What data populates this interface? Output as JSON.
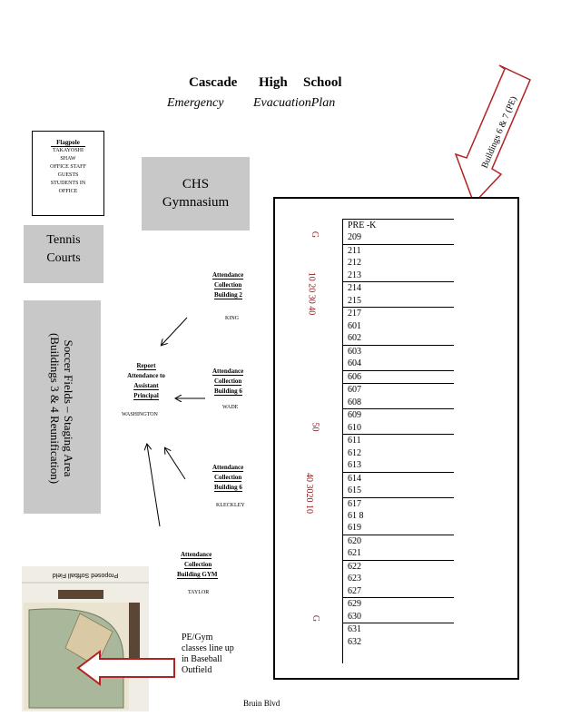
{
  "title": {
    "w1": "Cascade",
    "w2": "High",
    "w3": "School"
  },
  "subtitle": {
    "w1": "Emergency",
    "w2": "EvacuationPlan"
  },
  "flagpole": {
    "heading": "Flagpole",
    "l1": "TAKAYOSHI",
    "l2": "SHAW",
    "l3": "OFFICE STAFF",
    "l4": "GUESTS",
    "l5": "STUDENTS IN",
    "l6": "OFFICE"
  },
  "gym": {
    "l1": "CHS",
    "l2": "Gymnasium"
  },
  "tennis": {
    "l1": "Tennis",
    "l2": "Courts"
  },
  "soccer": {
    "l1": "Soccer Fields – Staging Area",
    "l2": "(Buildings 3 & 4 Reunification)"
  },
  "arrow_label": "Buildings 6 & 7 (PE)",
  "report": {
    "l1": "Report",
    "l2": "Attendance to",
    "l3": "Assistant",
    "l4": "Principal",
    "name": "WASHINGTON"
  },
  "attendance": [
    {
      "l1": "Attendance",
      "l2": "Collection",
      "l3": "Building 2",
      "name": "KING"
    },
    {
      "l1": "Attendance",
      "l2": "Collection",
      "l3": "Building 6",
      "name": "WADE"
    },
    {
      "l1": "Attendance",
      "l2": "Collection",
      "l3": "Building 6",
      "name": "KLECKLEY"
    },
    {
      "l1": "Attendance",
      "l2": "Collection",
      "l3": "Building GYM",
      "name": "TAYLOR"
    }
  ],
  "yard_markers": [
    "G",
    "10 20 30 40",
    "50",
    "40 3020 10",
    "G"
  ],
  "rooms": [
    [
      "PRE -K",
      "209"
    ],
    [
      "211",
      "212",
      "213"
    ],
    [
      "214",
      "215"
    ],
    [
      "217",
      "601",
      "602"
    ],
    [
      "603",
      "604"
    ],
    [
      "606"
    ],
    [
      "607",
      "608"
    ],
    [
      "609",
      "610"
    ],
    [
      "611",
      "612",
      "613"
    ],
    [
      "614",
      "615"
    ],
    [
      "617",
      "61 8",
      "619"
    ],
    [
      "620",
      "621"
    ],
    [
      "622",
      "623",
      "627"
    ],
    [
      "629",
      "630"
    ],
    [
      "631",
      "632"
    ]
  ],
  "softball_label": "Proposed Softball Field",
  "pe_note": {
    "l1": "PE/Gym",
    "l2": "classes line up",
    "l3": "in Baseball",
    "l4": "Outfield"
  },
  "street": "Bruin Blvd",
  "colors": {
    "arrow_red": "#b22222",
    "box_gray": "#c8c8c8",
    "yard_red": "#8b1a1a",
    "field_green": "#a9b79a"
  }
}
